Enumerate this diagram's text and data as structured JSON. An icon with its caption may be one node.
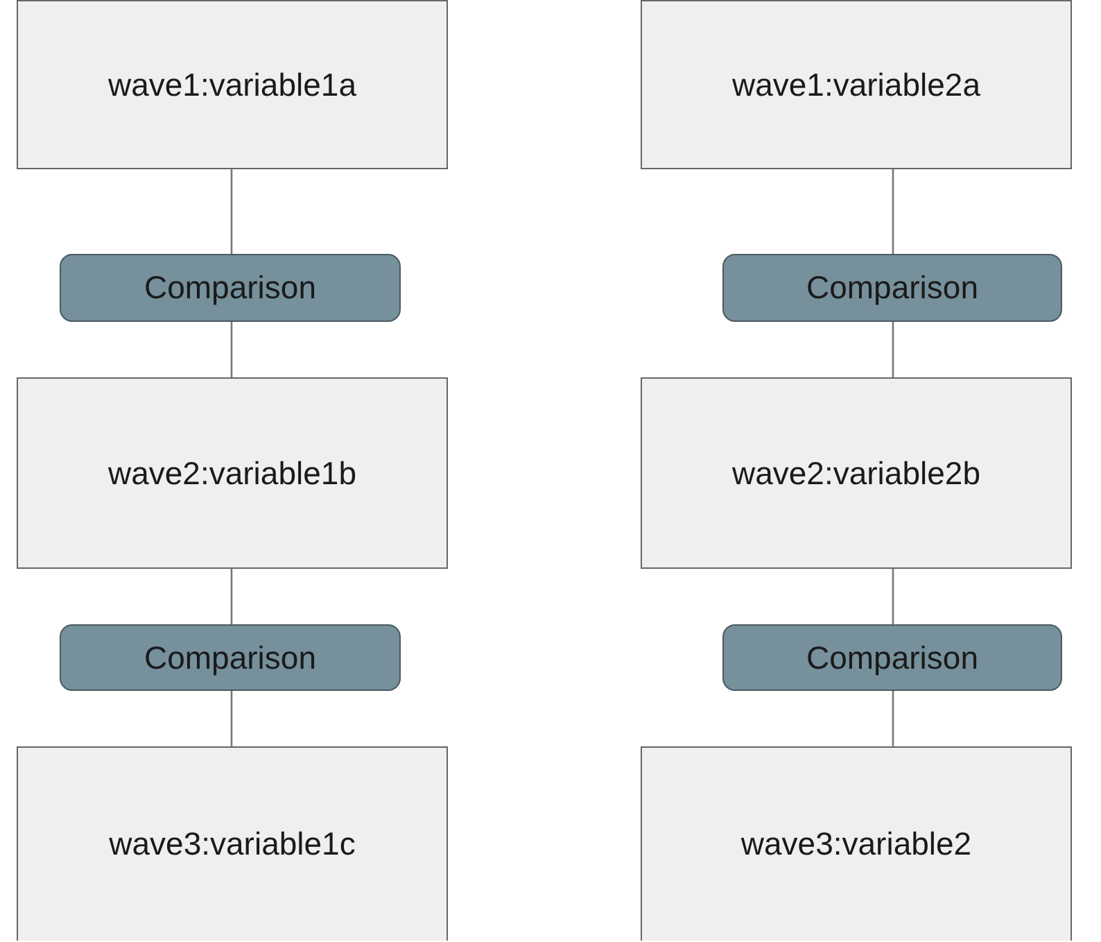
{
  "diagram": {
    "nodes": [
      {
        "text": [
          "wave1:variable1a"
        ]
      },
      {
        "text": [
          "wave1:variable2a"
        ]
      },
      {
        "text": [
          "Comparison"
        ]
      },
      {
        "text": [
          "Comparison"
        ]
      },
      {
        "text": [
          "wave2:variable1b"
        ]
      },
      {
        "text": [
          "wave2:variable2b"
        ]
      },
      {
        "text": [
          "Comparison"
        ]
      },
      {
        "text": [
          "Comparison"
        ]
      },
      {
        "text": [
          "wave3:variable1c"
        ]
      },
      {
        "text": [
          "wave3:variable2"
        ]
      }
    ],
    "edges": [
      {
        "from": 0,
        "to": 2,
        "arrow": "none"
      },
      {
        "from": 2,
        "to": 4,
        "arrow": "none"
      },
      {
        "from": 4,
        "to": 6,
        "arrow": "none"
      },
      {
        "from": 6,
        "to": 8,
        "arrow": "none"
      },
      {
        "from": 1,
        "to": 3,
        "arrow": "none"
      },
      {
        "from": 3,
        "to": 5,
        "arrow": "none"
      },
      {
        "from": 5,
        "to": 7,
        "arrow": "none"
      },
      {
        "from": 7,
        "to": 9,
        "arrow": "none"
      }
    ]
  }
}
